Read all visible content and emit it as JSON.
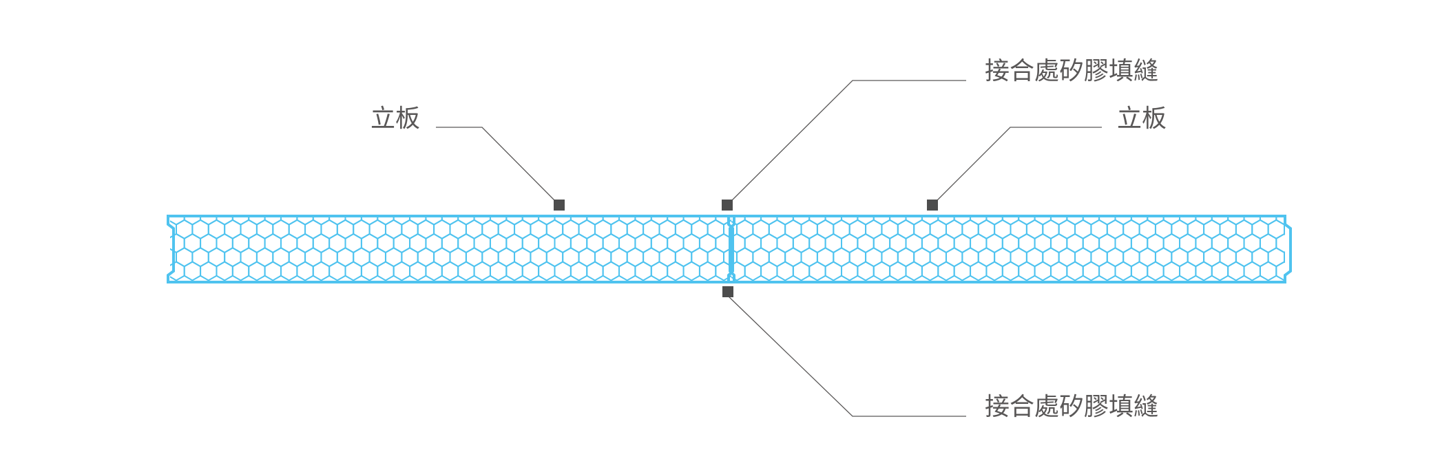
{
  "diagram": {
    "labels": {
      "left_panel": "立板",
      "right_panel": "立板",
      "joint_top": "接合處矽膠填縫",
      "joint_bottom": "接合處矽膠填縫"
    },
    "colors": {
      "panel_stroke": "#4fc3ef",
      "leader_line": "#595757",
      "marker": "#4d4d4d",
      "label_text": "#595757",
      "background": "#ffffff"
    }
  }
}
